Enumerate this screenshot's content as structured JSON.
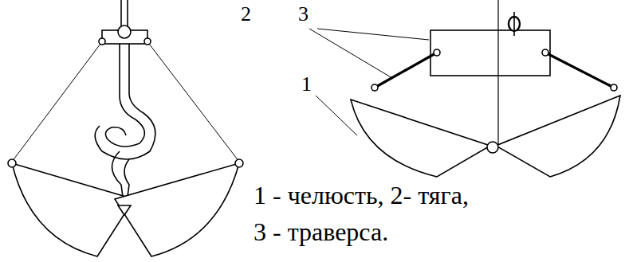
{
  "diagram": {
    "labels": [
      "2",
      "3",
      "1",
      "1 - челюсть, 2- тяга,",
      "3 - траверса."
    ]
  }
}
